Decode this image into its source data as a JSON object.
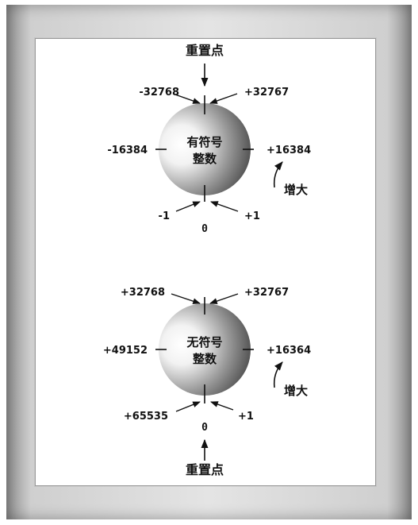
{
  "colors": {
    "ink": "#111111",
    "sphere_light": "#ffffff",
    "sphere_dark": "#3a3a3a",
    "frame_gray": "#cfcfcf"
  },
  "signed": {
    "reset_label": "重置点",
    "center_line1": "有符号",
    "center_line2": "整数",
    "top_left": "-32768",
    "top_right": "+32767",
    "left": "-16384",
    "right": "+16384",
    "bottom_left": "-1",
    "bottom_right": "+1",
    "bottom_center": "0",
    "increase_label": "增大"
  },
  "unsigned": {
    "reset_label": "重置点",
    "center_line1": "无符号",
    "center_line2": "整数",
    "top_left": "+32768",
    "top_right": "+32767",
    "left": "+49152",
    "right": "+16364",
    "bottom_left": "+65535",
    "bottom_right": "+1",
    "bottom_center": "0",
    "increase_label": "增大"
  }
}
